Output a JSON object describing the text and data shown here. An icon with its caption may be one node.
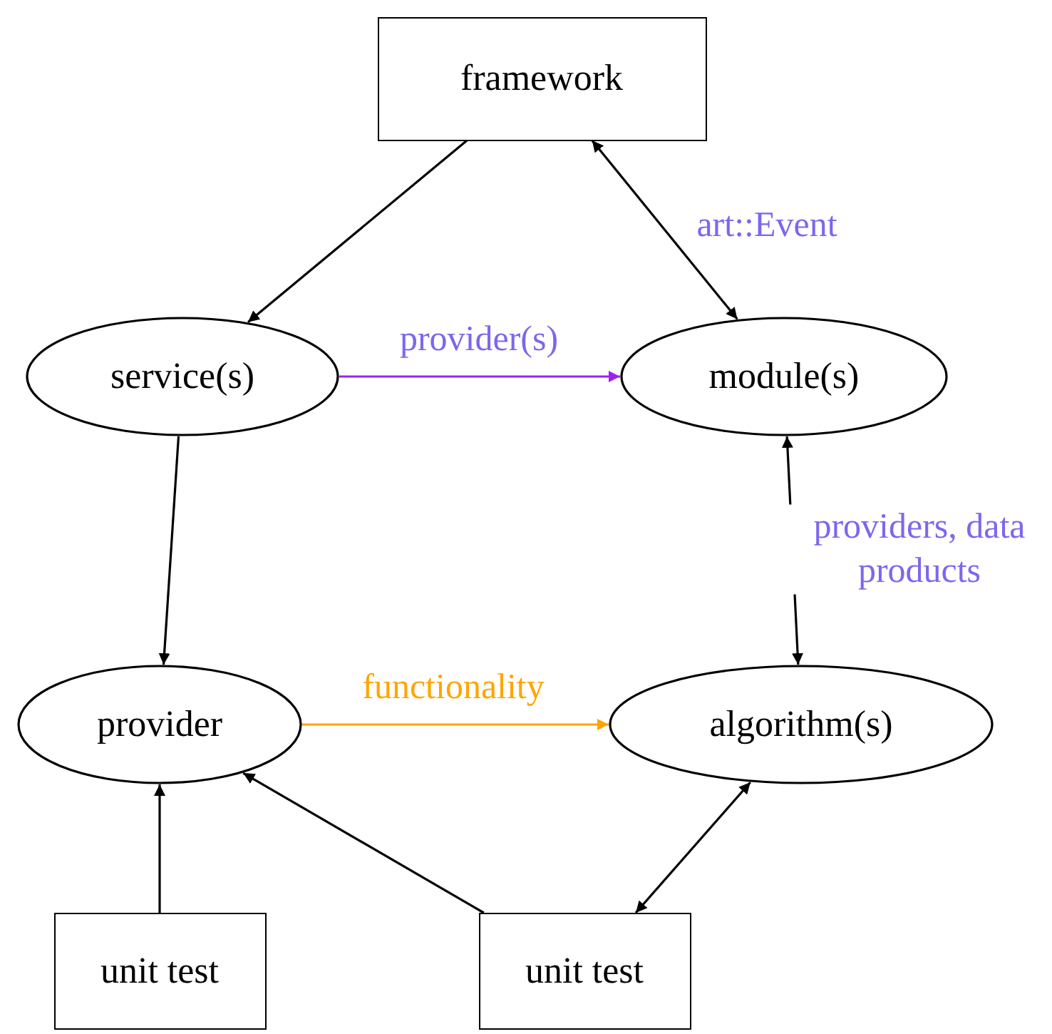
{
  "diagram": {
    "nodes": [
      {
        "text": [
          "framework"
        ]
      },
      {
        "text": [
          "service(s)"
        ]
      },
      {
        "text": [
          "module(s)"
        ]
      },
      {
        "text": [
          "provider"
        ]
      },
      {
        "text": [
          "algorithm(s)"
        ]
      },
      {
        "text": [
          "unit test"
        ]
      },
      {
        "text": [
          "unit test"
        ]
      }
    ],
    "edges": [
      {
        "from": 0,
        "to": 1,
        "arrow": "to"
      },
      {
        "from": 0,
        "to": 2,
        "arrow": "both",
        "label": "art::Event"
      },
      {
        "from": 1,
        "to": 2,
        "arrow": "to",
        "label": "provider(s)",
        "color": "#a020f0"
      },
      {
        "from": 1,
        "to": 3,
        "arrow": "to"
      },
      {
        "from": 2,
        "to": 4,
        "arrow": "both",
        "label": "providers, data products"
      },
      {
        "from": 3,
        "to": 4,
        "arrow": "to",
        "label": "functionality",
        "color": "#ffa500"
      },
      {
        "from": 5,
        "to": 3,
        "arrow": "to"
      },
      {
        "from": 6,
        "to": 3,
        "arrow": "to"
      },
      {
        "from": 6,
        "to": 4,
        "arrow": "both"
      }
    ]
  }
}
